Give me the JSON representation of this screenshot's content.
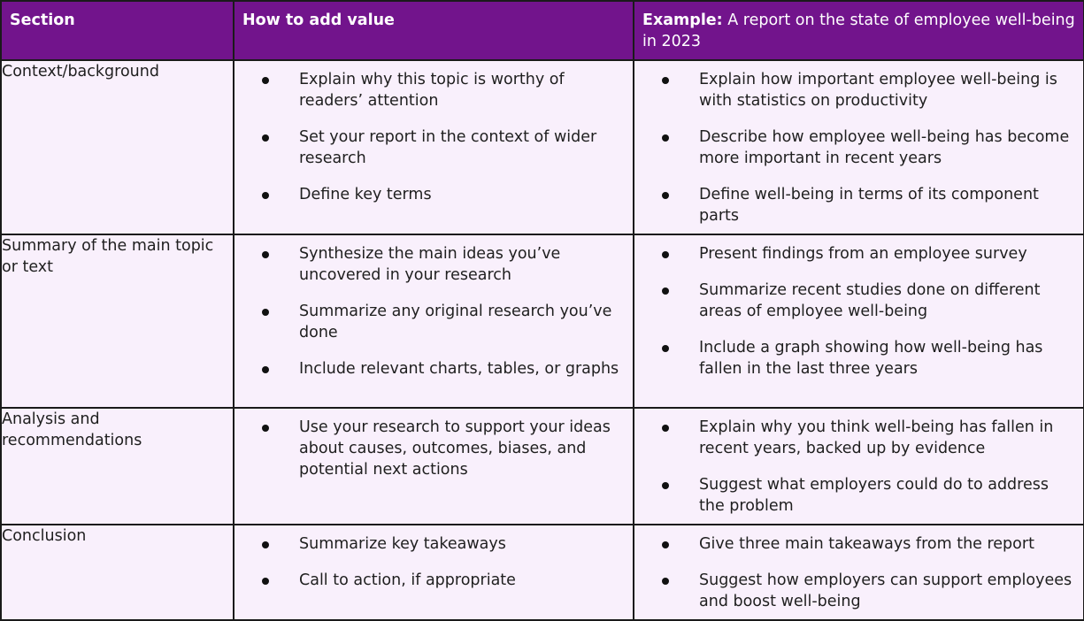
{
  "table": {
    "headers": {
      "section": "Section",
      "how_to_add_value": "How to add value",
      "example_bold": "Example:",
      "example_rest": " A report on the state of employee well-being in 2023"
    },
    "rows": [
      {
        "section": "Context/background",
        "how": [
          "Explain why this topic is worthy of readers’ attention",
          "Set your report in the context of wider research",
          "Define key terms"
        ],
        "example": [
          "Explain how important employee well-being is with statistics on productivity",
          "Describe how employee well-being has become more important in recent years",
          "Define well-being in terms of its component parts"
        ]
      },
      {
        "section": "Summary of the main topic or text",
        "how": [
          "Synthesize the main ideas you’ve uncovered in your research",
          "Summarize any original research you’ve done",
          "Include relevant charts, tables, or graphs"
        ],
        "example": [
          "Present findings from an employee survey",
          "Summarize recent studies done on different areas of employee well-being",
          "Include a graph showing how well-being has fallen in the last three years"
        ]
      },
      {
        "section": "Analysis and recommendations",
        "how": [
          "Use your research to support your ideas about causes, outcomes, biases, and potential next actions"
        ],
        "example": [
          "Explain why you think well-being has fallen in recent years, backed up by evidence",
          "Suggest what employers could do to address the problem"
        ]
      },
      {
        "section": "Conclusion",
        "how": [
          "Summarize key takeaways",
          "Call to action, if appropriate"
        ],
        "example": [
          "Give three main takeaways from the report",
          "Suggest how employers can support employees and  boost well-being"
        ]
      }
    ]
  },
  "colors": {
    "header_bg": "#72148c",
    "cell_bg": "#f9f0fc",
    "border": "#1a1a1a"
  }
}
